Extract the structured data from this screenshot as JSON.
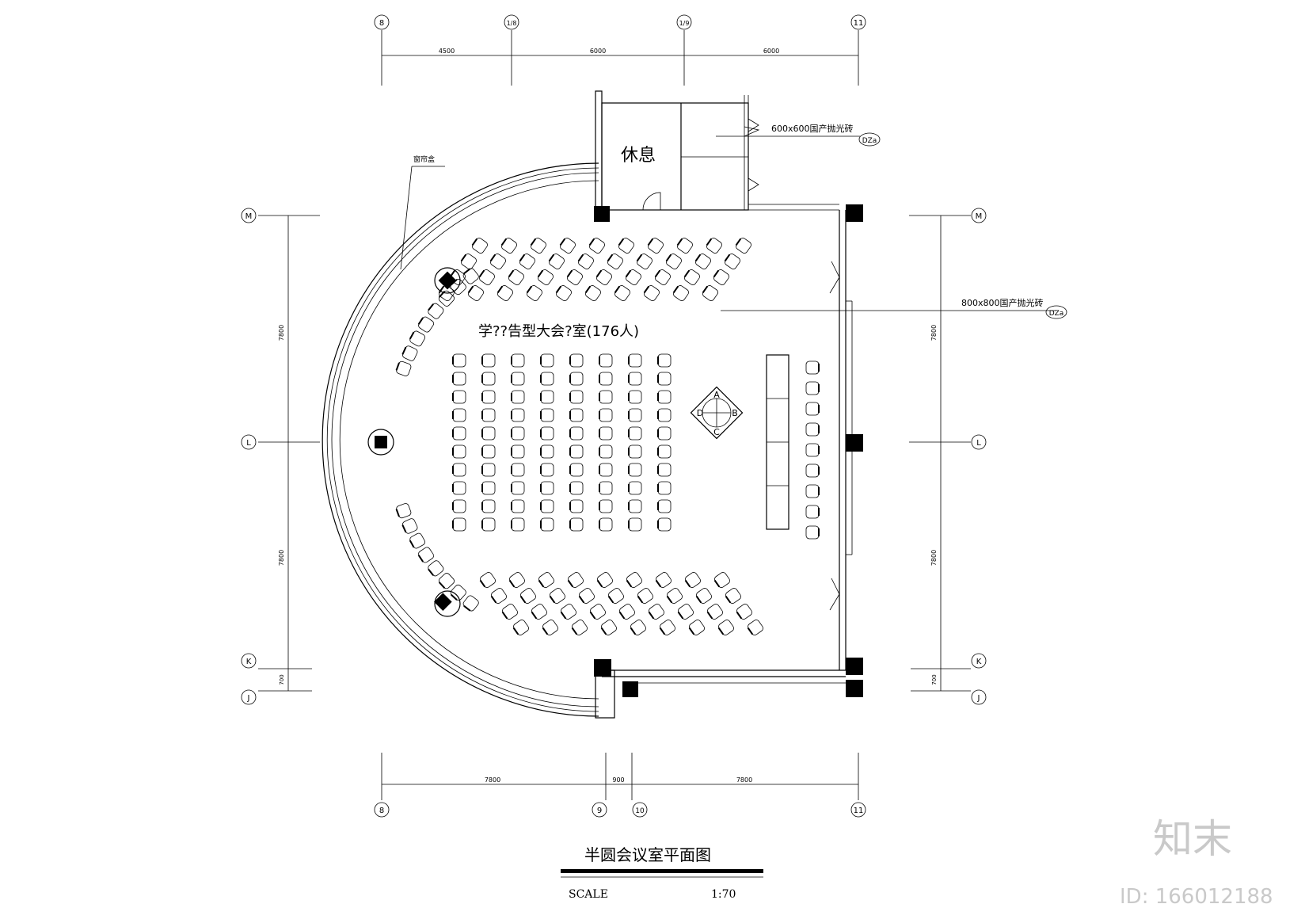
{
  "grid": {
    "top": [
      "8",
      "1/8",
      "1/9",
      "11"
    ],
    "bottom": [
      "8",
      "9",
      "10",
      "11"
    ],
    "left": [
      "M",
      "L",
      "K",
      "J"
    ],
    "right": [
      "M",
      "L",
      "K",
      "J"
    ]
  },
  "dims": {
    "top": [
      "4500",
      "6000",
      "6000"
    ],
    "bottom": [
      "7800",
      "900",
      "7800"
    ],
    "left": [
      "7800",
      "7800",
      "700"
    ],
    "right": [
      "7800",
      "7800",
      "700"
    ]
  },
  "labels": {
    "rest_room": "休息",
    "hall_name": "学??告型大会?室(176人)",
    "tile_600": "600x600国产抛光砖",
    "tile_800": "800x800国产抛光砖",
    "tag_600": "DZa",
    "tag_800": "DZa",
    "curtain": "窗帘盒",
    "podium": {
      "a": "A",
      "b": "B",
      "c": "C",
      "d": "D"
    }
  },
  "title_block": {
    "title": "半圆会议室平面图",
    "scale_label": "SCALE",
    "scale_value": "1:70"
  },
  "watermark": {
    "logo_text": "知末",
    "id_text": "ID: 166012188"
  }
}
